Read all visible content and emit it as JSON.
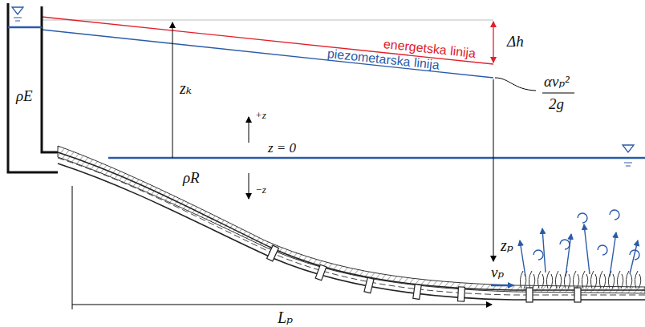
{
  "diagram": {
    "labels": [
      "energetska linija",
      "piezometarska linija",
      "Δh",
      "αvₚ²",
      "2g",
      "ρE",
      "zₖ",
      "+z",
      "z = 0",
      "−z",
      "ρR",
      "zₚ",
      "vₚ",
      "Lₚ"
    ]
  }
}
